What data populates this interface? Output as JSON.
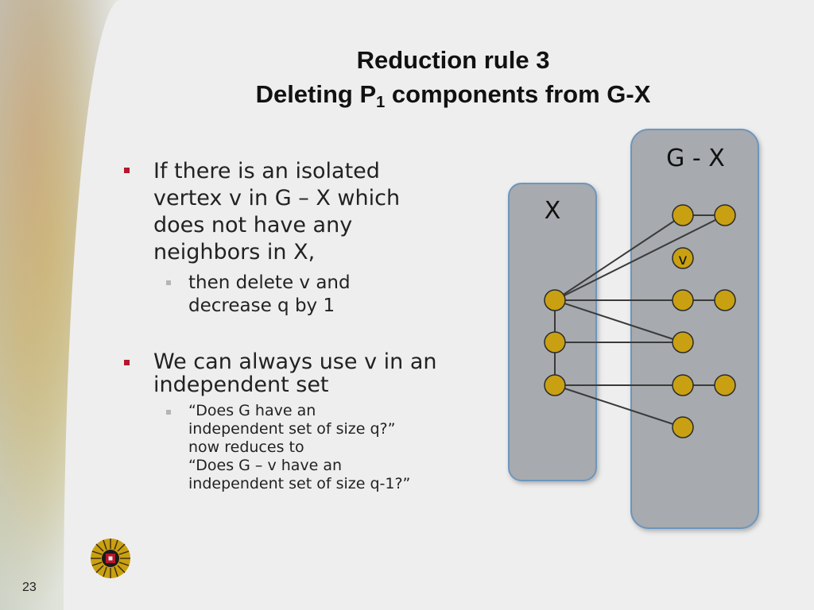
{
  "slide": {
    "title_line1": "Reduction rule 3",
    "title_line2_pre": "Deleting P",
    "title_line2_sub": "1",
    "title_line2_post": " components from G-X",
    "page_number": "23"
  },
  "bullets": [
    {
      "text": "If there is an isolated vertex v in G – X which does not have any neighbors in X,",
      "sub": "then delete v and decrease q by 1"
    },
    {
      "text": "We can always use v in an independent set",
      "sub_lines": [
        "“Does G have an",
        "independent set of size q?”",
        "now reduces to",
        "“Does G – v have an",
        "independent set of size q-1?”"
      ]
    }
  ],
  "diagram": {
    "box_x_label": "X",
    "box_gx_label": "G - X",
    "vertex_v_label": "v",
    "colors": {
      "box_fill": "#a7aaae",
      "box_stroke": "#6d96bd",
      "vertex_fill": "#c9a012",
      "vertex_stroke": "#2b2b2b",
      "edge": "#3a3a3a",
      "bullet_red": "#b3182c"
    }
  }
}
